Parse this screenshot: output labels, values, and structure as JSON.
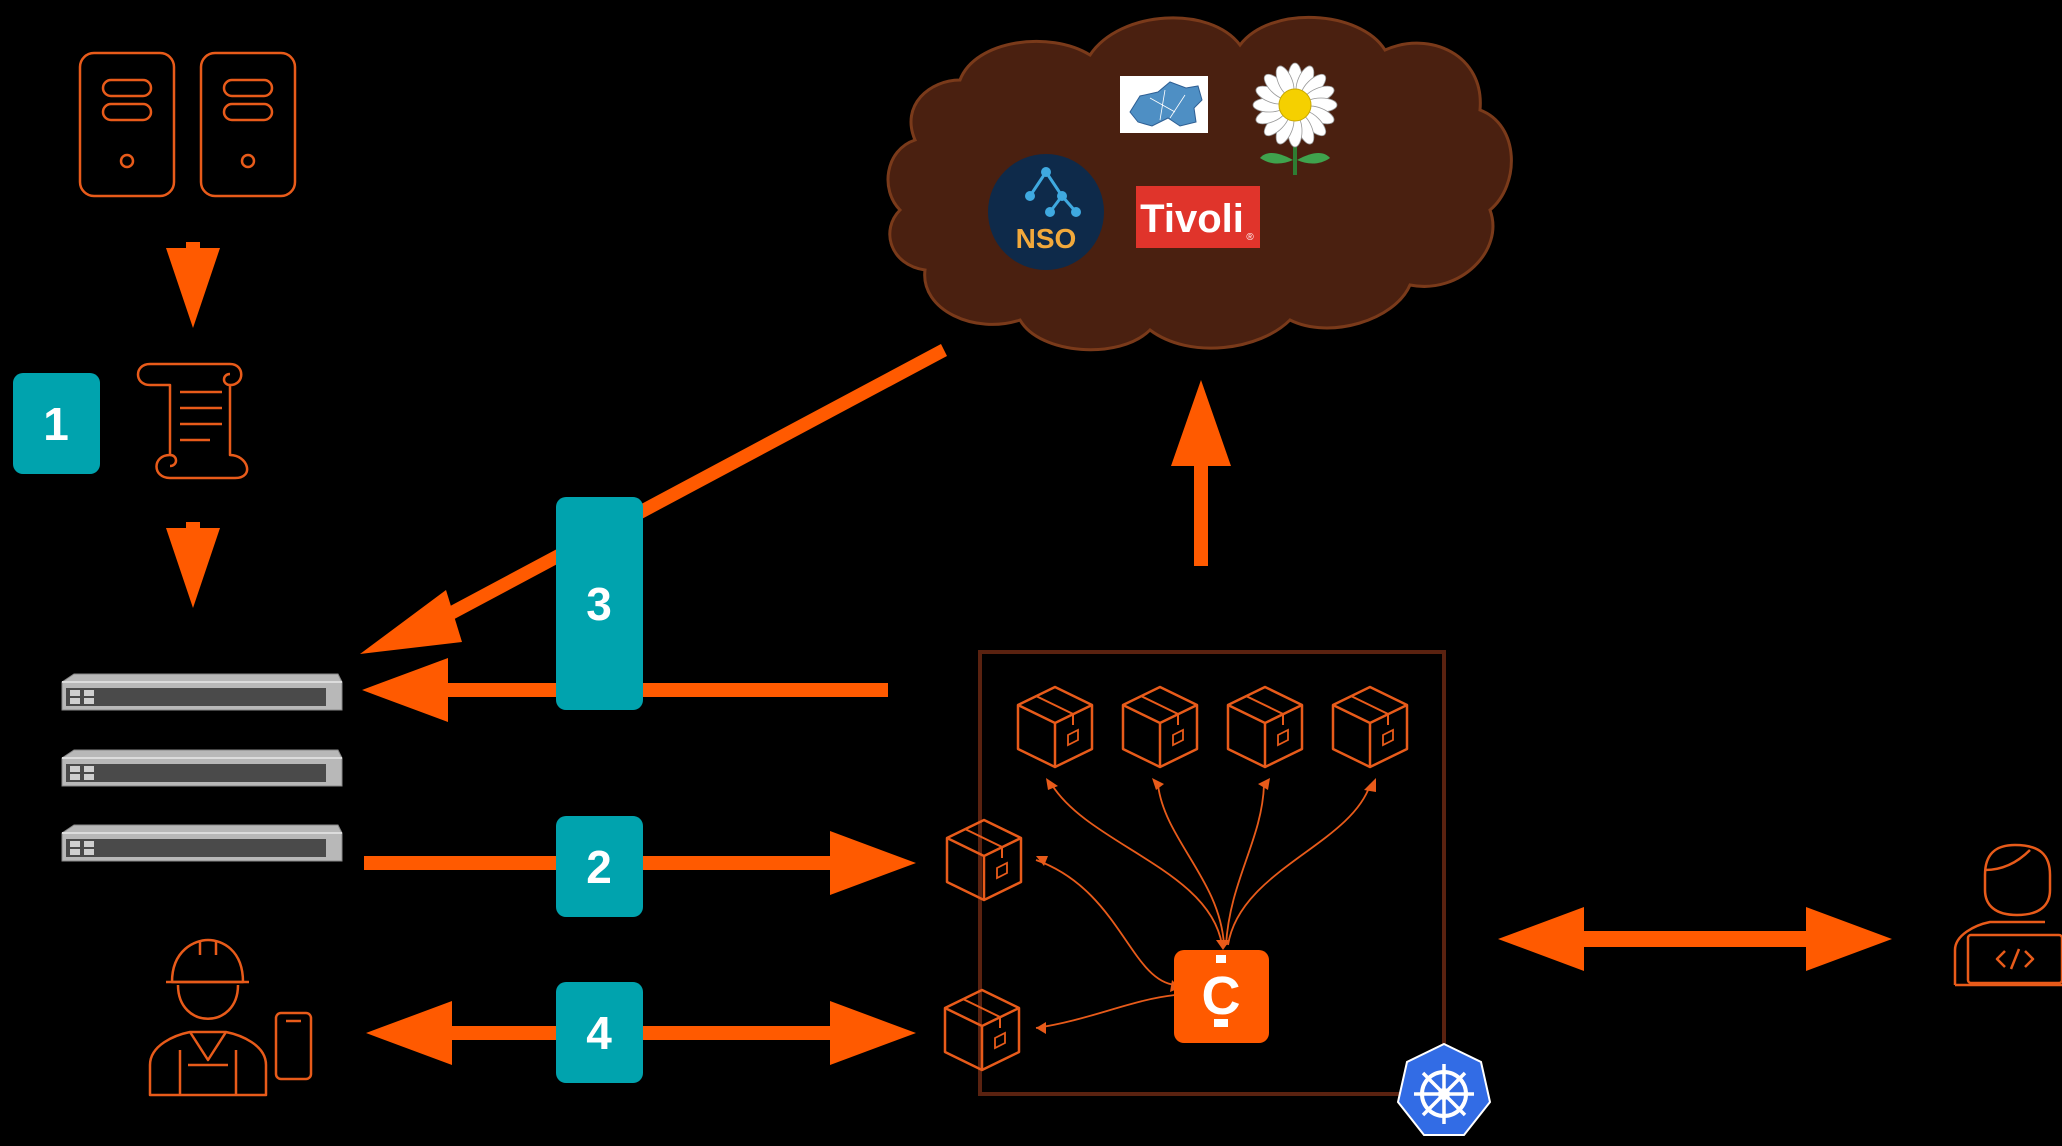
{
  "steps": [
    {
      "label": "1"
    },
    {
      "label": "2"
    },
    {
      "label": "3"
    },
    {
      "label": "4"
    }
  ],
  "cloud_logos": {
    "nso": "NSO",
    "tivoli": "Tivoli",
    "tivoli_mark": "®",
    "cribl": "C"
  },
  "colors": {
    "background": "#000000",
    "accent": "#FF5A00",
    "icon_orange": "#E85B1A",
    "badge": "#00A3AE",
    "cloud_fill": "#4A2010",
    "cloud_stroke": "#7A3A1A",
    "box_border": "#5A2210",
    "kubernetes": "#326CE5",
    "tivoli_red": "#E0342B",
    "nso_navy": "#0E2A4A"
  },
  "icons": [
    "server-icon",
    "script-scroll-icon",
    "network-switch-icon",
    "container-box-icon",
    "cribl-logo-icon",
    "kubernetes-icon",
    "field-engineer-icon",
    "mobile-phone-icon",
    "developer-icon",
    "swiss-map-logo",
    "daisy-flower-logo",
    "nso-logo",
    "tivoli-logo"
  ]
}
